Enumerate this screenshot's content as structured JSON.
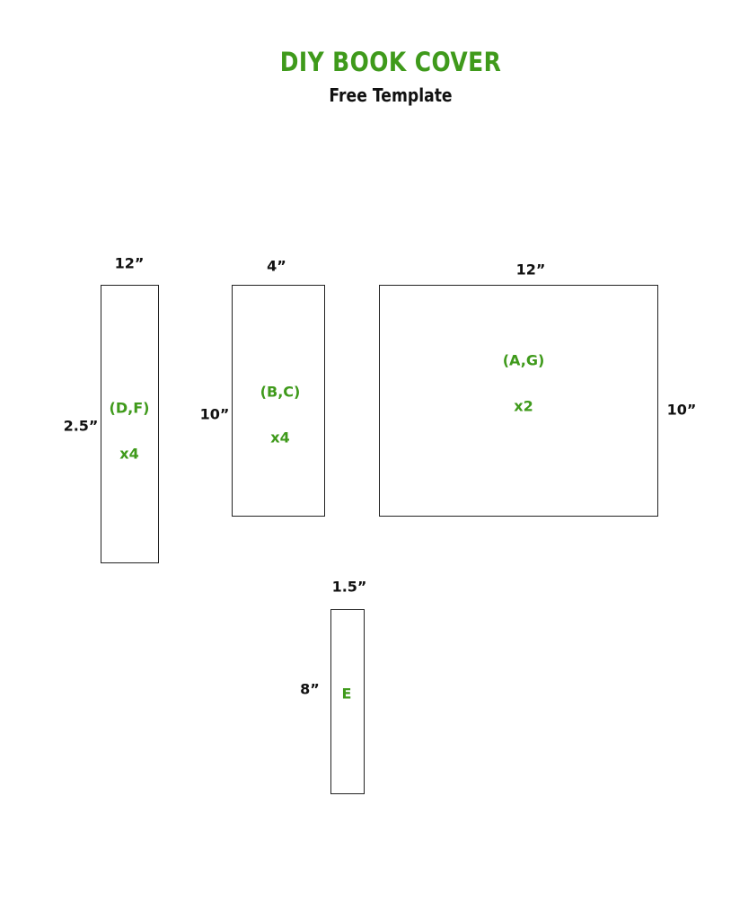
{
  "colors": {
    "accent": "#3f9a1b",
    "text": "#111111",
    "outline": "#222222"
  },
  "header": {
    "title": "DIY BOOK COVER",
    "subtitle": "Free Template"
  },
  "pieces": {
    "spine_strip": {
      "width_label": "12”",
      "height_label": "2.5”",
      "name": "(D,F)",
      "count": "x4"
    },
    "side_panel": {
      "width_label": "4”",
      "height_label": "10”",
      "name": "(B,C)",
      "count": "x4"
    },
    "cover_panel": {
      "width_label": "12”",
      "height_label": "10”",
      "name": "(A,G)",
      "count": "x2"
    },
    "spine_piece": {
      "width_label": "1.5”",
      "height_label": "8”",
      "name": "E"
    }
  }
}
